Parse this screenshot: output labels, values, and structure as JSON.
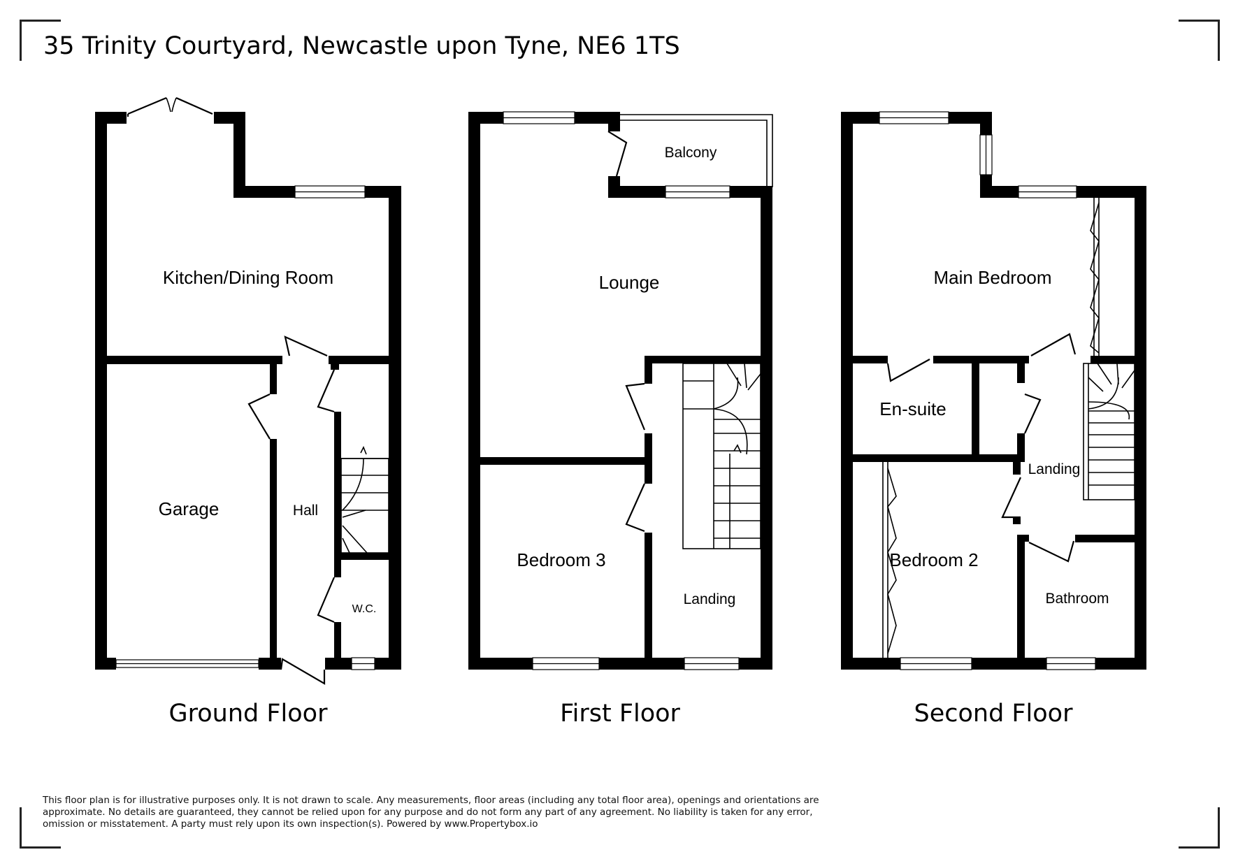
{
  "title": "35 Trinity Courtyard, Newcastle upon Tyne, NE6 1TS",
  "floors": [
    {
      "label": "Ground Floor",
      "rooms": [
        "Kitchen/Dining Room",
        "Garage",
        "Hall",
        "W.C."
      ]
    },
    {
      "label": "First Floor",
      "rooms": [
        "Balcony",
        "Lounge",
        "Bedroom 3",
        "Landing"
      ]
    },
    {
      "label": "Second Floor",
      "rooms": [
        "Main Bedroom",
        "En-suite",
        "Landing",
        "Bedroom 2",
        "Bathroom"
      ]
    }
  ],
  "disclaimer": [
    "This floor plan is for illustrative purposes only. It is not drawn to scale. Any measurements, floor areas (including any total floor area), openings and orientations are",
    "approximate. No details are guaranteed, they cannot be relied upon for any purpose and do not form any part of any agreement. No liability is taken for any error,",
    "omission or misstatement. A party must rely upon its own inspection(s). Powered by www.Propertybox.io"
  ]
}
